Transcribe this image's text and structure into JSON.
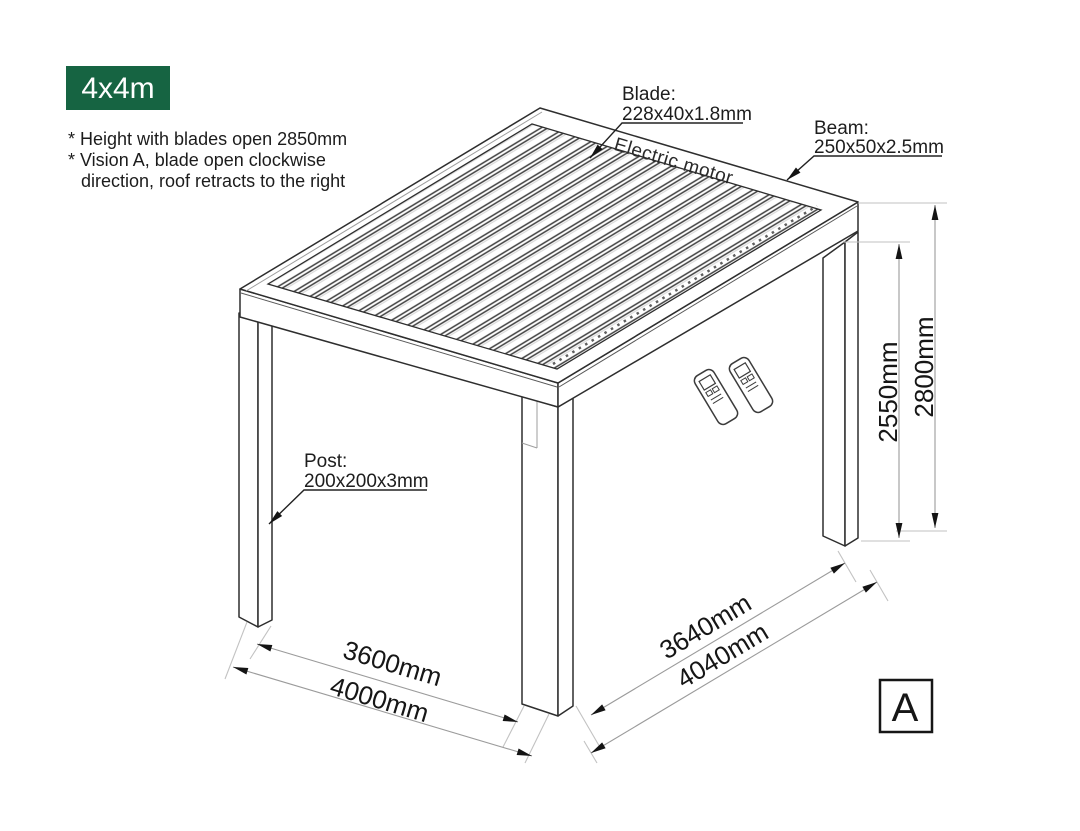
{
  "badge": {
    "label": "4x4m",
    "bg_color": "#166442",
    "text_color": "#ffffff"
  },
  "notes": {
    "line1": "* Height with blades open 2850mm",
    "line2": "* Vision A, blade open clockwise",
    "line3": "direction, roof retracts to the right"
  },
  "labels": {
    "blade": {
      "title": "Blade:",
      "size": "228x40x1.8mm"
    },
    "beam": {
      "title": "Beam:",
      "size": "250x50x2.5mm"
    },
    "post": {
      "title": "Post:",
      "size": "200x200x3mm"
    },
    "motor": "Electric motor"
  },
  "dimensions": {
    "height_total": "2800mm",
    "height_under_beam": "2550mm",
    "front_inner_width": "3600mm",
    "front_outer_width": "4000mm",
    "side_inner_depth": "3640mm",
    "side_outer_depth": "4040mm"
  },
  "view_marker": {
    "label": "A"
  },
  "drawing_colors": {
    "structure_line": "#2e2e2e",
    "dimension_line": "#9b9b9b",
    "extension_line": "#c2c2c2"
  }
}
